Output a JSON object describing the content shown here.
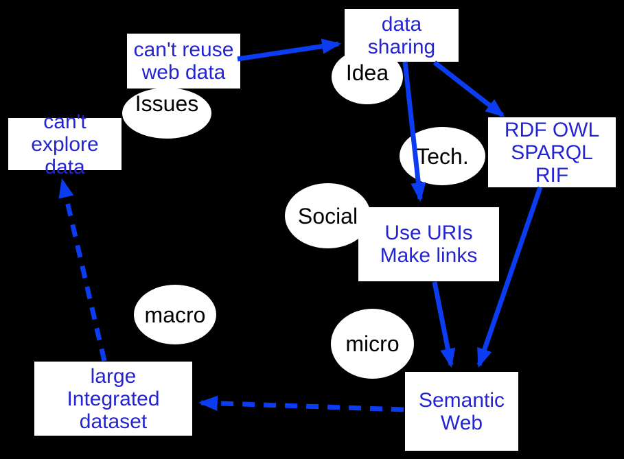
{
  "diagram": {
    "background_color": "#000000",
    "node_fill_color": "#ffffff",
    "box_text_color": "#2424d0",
    "ellipse_text_color": "#000000",
    "arrow_color": "#0b3cf2"
  },
  "boxes": [
    {
      "id": "cant-reuse-web-data",
      "label": "can't reuse\nweb data"
    },
    {
      "id": "data-sharing",
      "label": "data\nsharing"
    },
    {
      "id": "cant-explore-data",
      "label": "can't\nexplore\ndata"
    },
    {
      "id": "rdf-owl-sparql-rif",
      "label": "RDF OWL\nSPARQL\nRIF"
    },
    {
      "id": "use-uris-make-links",
      "label": "Use URIs\nMake links"
    },
    {
      "id": "large-integrated-dataset",
      "label": "large\nIntegrated\ndataset"
    },
    {
      "id": "semantic-web",
      "label": "Semantic\nWeb"
    }
  ],
  "ellipses": [
    {
      "id": "issues",
      "label": "Issues"
    },
    {
      "id": "idea",
      "label": "Idea"
    },
    {
      "id": "tech",
      "label": "Tech."
    },
    {
      "id": "social",
      "label": "Social"
    },
    {
      "id": "macro",
      "label": "macro"
    },
    {
      "id": "micro",
      "label": "micro"
    }
  ],
  "edges": [
    {
      "from": "can't reuse web data",
      "to": "data sharing",
      "style": "solid"
    },
    {
      "from": "data sharing",
      "to": "RDF OWL SPARQL RIF",
      "style": "solid"
    },
    {
      "from": "data sharing",
      "to": "Use URIs Make links",
      "style": "solid"
    },
    {
      "from": "RDF OWL SPARQL RIF",
      "to": "Semantic Web",
      "style": "solid"
    },
    {
      "from": "Use URIs Make links",
      "to": "Semantic Web",
      "style": "solid"
    },
    {
      "from": "Semantic Web",
      "to": "large Integrated dataset",
      "style": "dashed"
    },
    {
      "from": "large Integrated dataset",
      "to": "can't explore data",
      "style": "dashed"
    }
  ]
}
